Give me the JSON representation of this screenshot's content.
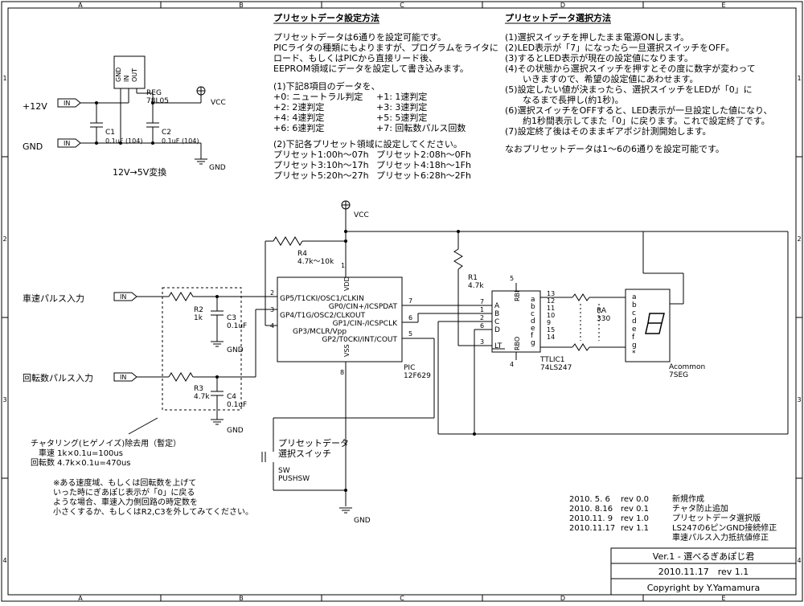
{
  "frame": {
    "cols": [
      "A",
      "B",
      "C",
      "D",
      "E"
    ],
    "rows": [
      "1",
      "2",
      "3",
      "4"
    ]
  },
  "notes": {
    "setup_title": "プリセットデータ設定方法",
    "setup_lines": [
      "プリセットデータは6通りを設定可能です。",
      "PICライタの種類にもよりますが、プログラムをライタに",
      "ロード、もしくはPICから直接リード後、",
      "EEPROM領域にデータを設定して書き込みます。"
    ],
    "step1": "(1)下記8項目のデータを、",
    "items_left": [
      "+0: ニュートラル判定",
      "+2: 2速判定",
      "+4: 4速判定",
      "+6: 6速判定"
    ],
    "items_right": [
      "+1: 1速判定",
      "+3: 3速判定",
      "+5: 5速判定",
      "+7: 回転数パルス回数"
    ],
    "step2": "(2)下記各プリセット領域に設定してください。",
    "presets_left": [
      "プリセット1:00h〜07h",
      "プリセット3:10h〜17h",
      "プリセット5:20h〜27h"
    ],
    "presets_right": [
      "プリセット2:08h〜0Fh",
      "プリセット4:18h〜1Fh",
      "プリセット6:28h〜2Fh"
    ],
    "select_title": "プリセットデータ選択方法",
    "select_lines": [
      "(1)選択スイッチを押したまま電源ONします。",
      "(2)LED表示が「7」になったら一旦選択スイッチをOFF。",
      "(3)するとLED表示が現在の設定値になります。",
      "(4)その状態から選択スイッチを押すとその度に数字が変わって",
      "　　いきますので、希望の設定値にあわせます。",
      "(5)設定したい値が決まったら、選択スイッチをLEDが「0」に",
      "　　なるまで長押し(約1秒)。",
      "(6)選択スイッチをOFFすると、LED表示が一旦設定した値になり、",
      "　　約1秒間表示してまた「0」に戻ります。これで設定終了です。",
      "(7)設定終了後はそのままギアポジ計測開始します。"
    ],
    "select_footer": "なおプリセットデータは1〜6の6通りを設定可能です。"
  },
  "power": {
    "in_label": "IN",
    "v12": "+12V",
    "gnd": "GND",
    "reg_name": "REG",
    "reg_part": "78L05",
    "reg_pins": "GND\nIN\nOUT",
    "c1": "C1",
    "c1_val": "0.1uF (104)",
    "c2": "C2",
    "c2_val": "0.1uF (104)",
    "vcc": "VCC",
    "gnd_sym": "GND",
    "caption": "12V→5V変換"
  },
  "pic": {
    "vcc": "VCC",
    "r4": "R4",
    "r4_val": "4.7k〜10k",
    "pin1": "1",
    "pin8": "8",
    "vdd": "VDD",
    "vss": "VSS",
    "pins_left": [
      "2",
      "3",
      "4"
    ],
    "pins_right": [
      "7",
      "6",
      "5"
    ],
    "labels_left": [
      "GP5/T1CKI/OSC1/CLKIN",
      "GP4/T1G/OSC2/CLKOUT",
      "GP3/MCLR/Vpp"
    ],
    "labels_right": [
      "GP0/CIN+/ICSPDAT",
      "GP1/CIN-/ICSPCLK",
      "GP2/T0CKI/INT/COUT"
    ],
    "name": "PIC",
    "part": "12F629"
  },
  "inputs": {
    "speed_label": "車速パルス入力",
    "rpm_label": "回転数パルス入力",
    "in": "IN",
    "r2": "R2",
    "r2_val": "1k",
    "c3": "C3",
    "c3_val": "0.1uF",
    "r3": "R3",
    "r3_val": "4.7k",
    "c4": "C4",
    "c4_val": "0.1uF",
    "gnd": "GND"
  },
  "filter_note": [
    "チャタリング(ヒゲノイズ)除去用（暫定）",
    "　車速 1k×0.1u=100us",
    "回転数 4.7k×0.1u=470us"
  ],
  "caution": [
    "※ある速度域、もしくは回転数を上げて",
    "いった時にぎあぽじ表示が「0」に戻る",
    "ような場合、車速入力側回路の時定数を",
    "小さくするか、もしくはR2,C3を外してみてください。"
  ],
  "sw": {
    "label1": "プリセットデータ",
    "label2": "選択スイッチ",
    "name": "SW",
    "part": "PUSHSW",
    "gnd": "GND"
  },
  "decoder": {
    "r1": "R1",
    "r1_val": "4.7k",
    "inputs": [
      "A",
      "B",
      "C",
      "D"
    ],
    "in_pins": [
      "7",
      "1",
      "2",
      "6"
    ],
    "lt_pin": "3",
    "lt": "LT",
    "rbi_pin": "5",
    "rbi": "RBI",
    "rbo_pin": "4",
    "rbo": "RBO",
    "out_letters": [
      "a",
      "b",
      "c",
      "d",
      "e",
      "f",
      "g"
    ],
    "out_pins": [
      "13",
      "12",
      "11",
      "10",
      "9",
      "15",
      "14"
    ],
    "name": "TTLIC1",
    "part": "74LS247"
  },
  "ra": {
    "name": "RA",
    "val": "330"
  },
  "seg": {
    "letters": [
      "a",
      "b",
      "c",
      "d",
      "e",
      "f",
      "g",
      "*"
    ],
    "name": "Acommon",
    "part": "7SEG"
  },
  "revisions": [
    {
      "date": "2010. 5. 6",
      "rev": "rev 0.0",
      "note": "新規作成"
    },
    {
      "date": "2010. 8.16",
      "rev": "rev 0.1",
      "note": "チャタ防止追加"
    },
    {
      "date": "2010.11. 9",
      "rev": "rev 1.0",
      "note": "プリセットデータ選択版"
    },
    {
      "date": "2010.11.17",
      "rev": "rev 1.1",
      "note": "LS247の6ピンGND接続修正"
    },
    {
      "date": "",
      "rev": "",
      "note": "車速パルス入力抵抗値修正"
    }
  ],
  "title_block": {
    "title": "Ver.1 - 選べるぎあぽじ君",
    "date_rev": "2010.11.17　rev 1.1",
    "copyright": "Copyright by Y.Yamamura"
  }
}
